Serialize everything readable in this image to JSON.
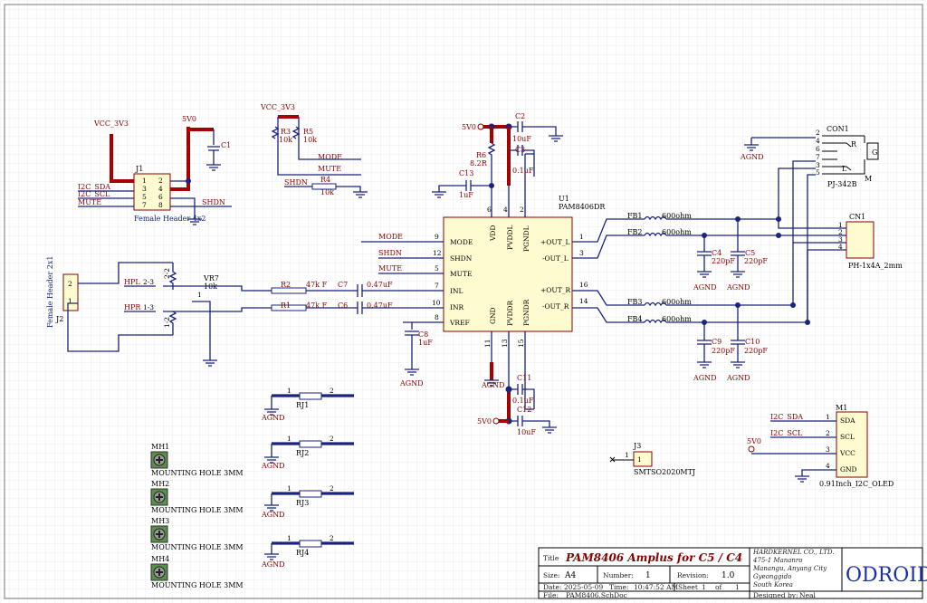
{
  "nets": {
    "vcc_3v3": "VCC_3V3",
    "v5v0": "5V0",
    "agnd": "AGND",
    "i2c_sda": "I2C_SDA",
    "i2c_scl": "I2C_SCL",
    "mute": "MUTE",
    "shdn": "SHDN",
    "mode": "MODE",
    "hpl": "HPL",
    "hpr": "HPR"
  },
  "components": {
    "u1": {
      "ref": "U1",
      "value": "PAM8406DR",
      "left_pins": [
        [
          "MODE",
          "9"
        ],
        [
          "SHDN",
          "12"
        ],
        [
          "MUTE",
          "5"
        ],
        [
          "INL",
          "7"
        ],
        [
          "INR",
          "10"
        ],
        [
          "VREF",
          "8"
        ]
      ],
      "right_pins": [
        [
          "+OUT_L",
          "1"
        ],
        [
          "-OUT_L",
          "3"
        ],
        [
          "+OUT_R",
          "16"
        ],
        [
          "-OUT_R",
          "14"
        ]
      ],
      "top_pins": [
        [
          "VDD",
          "6"
        ],
        [
          "PVDDL",
          "4"
        ],
        [
          "PGNDL",
          "2"
        ]
      ],
      "bottom_pins": [
        [
          "GND",
          "11"
        ],
        [
          "PVDDR",
          "13"
        ],
        [
          "PGNDR",
          "15"
        ]
      ]
    },
    "j1": {
      "ref": "J1",
      "value": "Female Header 4x2",
      "pins": [
        "1",
        "2",
        "3",
        "4",
        "5",
        "6",
        "7",
        "8"
      ]
    },
    "j2": {
      "ref": "J2",
      "value": "Female Header 2x1",
      "pins": [
        "2",
        "1"
      ]
    },
    "j3": {
      "ref": "J3",
      "value": "SMTSO2020MTJ",
      "pin": "1"
    },
    "vr7": {
      "ref": "VR7",
      "value": "10k",
      "pins": [
        "2-3",
        "1-3",
        "2-2",
        "1-2",
        "1"
      ]
    },
    "cn1": {
      "ref": "CN1",
      "value": "PH-1x4A_2mm",
      "pins": [
        "1",
        "2",
        "3",
        "4"
      ]
    },
    "con1": {
      "ref": "CON1",
      "value": "PJ-342B",
      "pins": [
        "2",
        "4",
        "6",
        "7",
        "3",
        "5"
      ],
      "side_labels": [
        "R",
        "L",
        "M",
        "G"
      ]
    },
    "m1": {
      "ref": "M1",
      "value": "0.91Inch_I2C_OLED",
      "pins": [
        [
          "SDA",
          "1"
        ],
        [
          "SCL",
          "2"
        ],
        [
          "VCC",
          "3"
        ],
        [
          "GND",
          "4"
        ]
      ]
    },
    "c1": {
      "ref": "C1"
    },
    "c2": {
      "ref": "C2",
      "value": "10uF"
    },
    "c3": {
      "ref": "C3",
      "value": "0.1uF"
    },
    "c4": {
      "ref": "C4",
      "value": "220pF"
    },
    "c5": {
      "ref": "C5",
      "value": "220pF"
    },
    "c6": {
      "ref": "C6",
      "value": "0.47uF"
    },
    "c7": {
      "ref": "C7",
      "value": "0.47uF"
    },
    "c8": {
      "ref": "C8",
      "value": "1uF"
    },
    "c9": {
      "ref": "C9",
      "value": "220pF"
    },
    "c10": {
      "ref": "C10",
      "value": "220pF"
    },
    "c11": {
      "ref": "C11",
      "value": "0.1uF"
    },
    "c12": {
      "ref": "C12",
      "value": "10uF"
    },
    "c13": {
      "ref": "C13",
      "value": "1uF"
    },
    "r1": {
      "ref": "R1",
      "value": "47k F"
    },
    "r2": {
      "ref": "R2",
      "value": "47k F"
    },
    "r3": {
      "ref": "R3",
      "value": "10k"
    },
    "r4": {
      "ref": "R4",
      "value": "10k"
    },
    "r5": {
      "ref": "R5",
      "value": "10k"
    },
    "r6": {
      "ref": "R6",
      "value": "8.2R"
    },
    "fb1": {
      "ref": "FB1",
      "value": "600ohm"
    },
    "fb2": {
      "ref": "FB2",
      "value": "600ohm"
    },
    "fb3": {
      "ref": "FB3",
      "value": "600ohm"
    },
    "fb4": {
      "ref": "FB4",
      "value": "600ohm"
    },
    "rj": [
      {
        "ref": "RJ1"
      },
      {
        "ref": "RJ2"
      },
      {
        "ref": "RJ3"
      },
      {
        "ref": "RJ4"
      }
    ],
    "rj_pins": [
      "1",
      "2"
    ],
    "mh": [
      {
        "ref": "MH1",
        "value": "MOUNTING HOLE 3MM"
      },
      {
        "ref": "MH2",
        "value": "MOUNTING HOLE 3MM"
      },
      {
        "ref": "MH3",
        "value": "MOUNTING HOLE 3MM"
      },
      {
        "ref": "MH4",
        "value": "MOUNTING HOLE 3MM"
      }
    ]
  },
  "title_block": {
    "title_label": "Title",
    "title": "PAM8406 Amplus for C5 / C4",
    "size_label": "Size:",
    "size": "A4",
    "number_label": "Number:",
    "number": "1",
    "revision_label": "Revision:",
    "revision": "1.0",
    "date_label": "Date:",
    "date": "2025-05-09",
    "time_label": "Time:",
    "time": "10:47:52 AM",
    "sheet_label": "Sheet",
    "sheet": "1",
    "of_label": "of",
    "sheets": "1",
    "file_label": "File:",
    "file": "PAM8406.SchDoc",
    "company": [
      "HARDKERNEL CO., LTD.",
      "475-1 Mananro",
      "Manangu, Anyang City",
      "Gyeonggido",
      "South Korea"
    ],
    "designed_by_label": "Designed by:",
    "designed_by": "Neal",
    "logo": "ODROID"
  },
  "colors": {
    "wire": "#1a237e",
    "power": "#a80000",
    "grid": "#d6d6d6",
    "logo": "#1b2fb0"
  }
}
